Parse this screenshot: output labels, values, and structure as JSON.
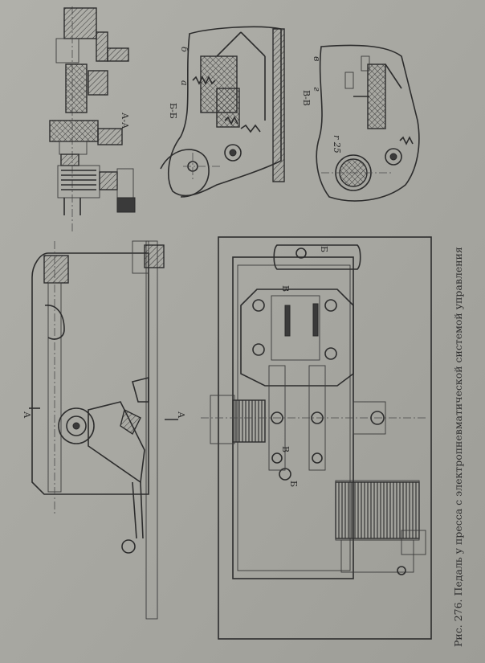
{
  "caption": "Рис. 276. Педаль у пресса с электропневматической системой управления",
  "section_labels": {
    "aa": "А-А",
    "bb": "Б-Б",
    "vv": "В-В"
  },
  "cut_labels": {
    "a": "А",
    "b": "Б",
    "v": "В"
  },
  "part_labels": {
    "a": "а",
    "b": "б",
    "v": "в",
    "g": "г"
  },
  "radius_label": "r 25"
}
